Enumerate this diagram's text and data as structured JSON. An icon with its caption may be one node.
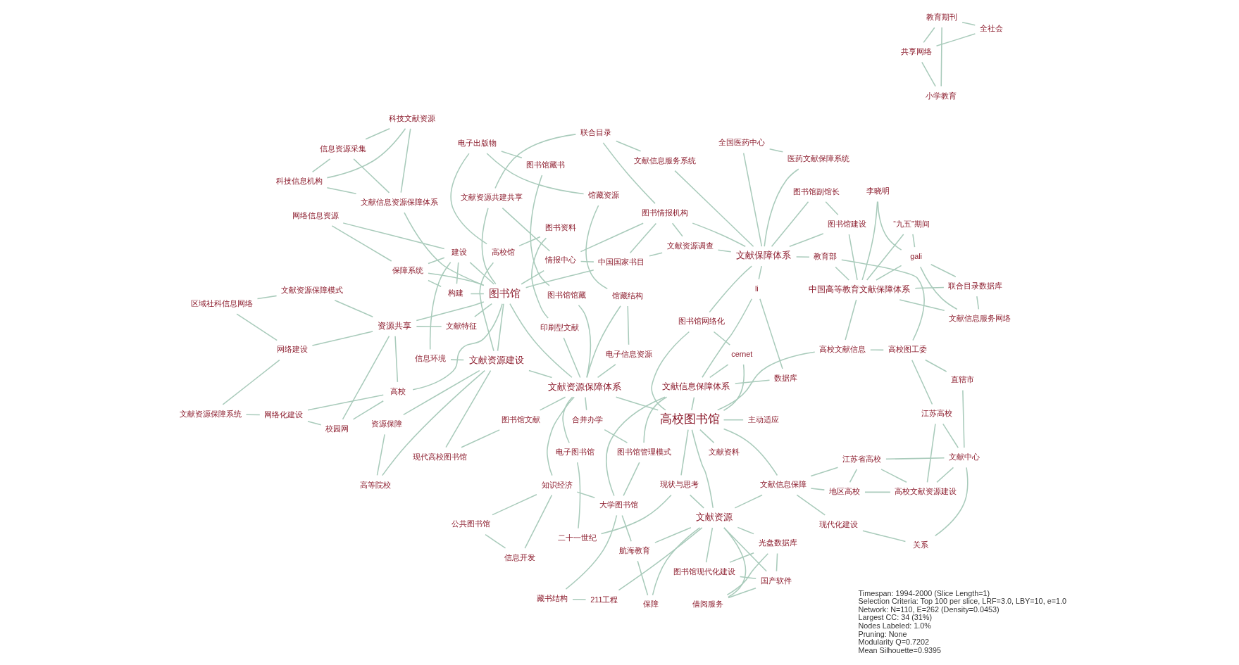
{
  "diagram": {
    "nodes": [
      {
        "text": [
          "公共图书馆"
        ]
      },
      {
        "text": [
          "信息开发"
        ]
      },
      {
        "text": [
          "藏书结构"
        ]
      },
      {
        "text": [
          "211工程"
        ]
      },
      {
        "text": [
          "知识经济"
        ]
      },
      {
        "text": [
          "航海教育"
        ]
      },
      {
        "text": [
          "保障"
        ]
      },
      {
        "text": [
          "大学图书馆"
        ]
      },
      {
        "text": [
          "图书馆管理模式"
        ]
      },
      {
        "text": [
          "文献资源"
        ]
      },
      {
        "text": [
          "借阅服务"
        ]
      },
      {
        "text": [
          "合并办学"
        ]
      },
      {
        "text": [
          "国产软件"
        ]
      },
      {
        "text": [
          "二十一世纪"
        ]
      },
      {
        "text": [
          "光盘数据库"
        ]
      },
      {
        "text": [
          "现状与思考"
        ]
      },
      {
        "text": [
          "现代化建设"
        ]
      },
      {
        "text": [
          "图书馆现代化建设"
        ]
      },
      {
        "text": [
          "电子图书馆"
        ]
      },
      {
        "text": [
          "文献信息保障"
        ]
      },
      {
        "text": [
          "文献信息保障体系"
        ]
      },
      {
        "text": [
          "文献资料"
        ]
      },
      {
        "text": [
          "关系"
        ]
      },
      {
        "text": [
          "高校图书馆"
        ]
      },
      {
        "text": [
          "数据库"
        ]
      },
      {
        "text": [
          "江苏省高校"
        ]
      },
      {
        "text": [
          "主动适应"
        ]
      },
      {
        "text": [
          "地区高校"
        ]
      },
      {
        "text": [
          "cernet"
        ]
      },
      {
        "text": [
          "高校文献资源建设"
        ]
      },
      {
        "text": [
          "高校文献信息"
        ]
      },
      {
        "text": [
          "直辖市"
        ]
      },
      {
        "text": [
          "文献中心"
        ]
      },
      {
        "text": [
          "图书馆网络化"
        ]
      },
      {
        "text": [
          "li"
        ]
      },
      {
        "text": [
          "江苏高校"
        ]
      },
      {
        "text": [
          "高校图工委"
        ]
      },
      {
        "text": [
          "图书馆建设"
        ]
      },
      {
        "text": [
          "中国高等教育文献保障体系"
        ]
      },
      {
        "text": [
          "文献保障体系"
        ]
      },
      {
        "text": [
          "图书馆副馆长"
        ]
      },
      {
        "text": [
          "李晓明"
        ]
      },
      {
        "text": [
          "教育部"
        ]
      },
      {
        "text": [
          "全国医药中心"
        ]
      },
      {
        "text": [
          "“九五”期间"
        ]
      },
      {
        "text": [
          "gali"
        ]
      },
      {
        "text": [
          "联合目录数据库"
        ]
      },
      {
        "text": [
          "共享网络"
        ]
      },
      {
        "text": [
          "全社会"
        ]
      },
      {
        "text": [
          "文献信息服务网络"
        ]
      },
      {
        "text": [
          "小学教育"
        ]
      },
      {
        "text": [
          "教育期刊"
        ]
      },
      {
        "text": [
          "医药文献保障系统"
        ]
      },
      {
        "text": [
          "文献信息服务系统"
        ]
      },
      {
        "text": [
          "文献资源调查"
        ]
      },
      {
        "text": [
          "图书情报机构"
        ]
      },
      {
        "text": [
          "中国国家书目"
        ]
      },
      {
        "text": [
          "联合目录"
        ]
      },
      {
        "text": [
          "情报中心"
        ]
      },
      {
        "text": [
          "文献资源共建共享"
        ]
      },
      {
        "text": [
          "图书馆"
        ]
      },
      {
        "text": [
          "馆藏结构"
        ]
      },
      {
        "text": [
          "馆藏资源"
        ]
      },
      {
        "text": [
          "电子信息资源"
        ]
      },
      {
        "text": [
          "图书馆藏书"
        ]
      },
      {
        "text": [
          "电子出版物"
        ]
      },
      {
        "text": [
          "图书馆馆藏"
        ]
      },
      {
        "text": [
          "高校馆"
        ]
      },
      {
        "text": [
          "文献资源保障体系"
        ]
      },
      {
        "text": [
          "印刷型文献"
        ]
      },
      {
        "text": [
          "图书资料"
        ]
      },
      {
        "text": [
          "图书馆文献"
        ]
      },
      {
        "text": [
          "现代高校图书馆"
        ]
      },
      {
        "text": [
          "文献资源建设"
        ]
      },
      {
        "text": [
          "高等院校"
        ]
      },
      {
        "text": [
          "资源保障"
        ]
      },
      {
        "text": [
          "信息环境"
        ]
      },
      {
        "text": [
          "建设"
        ]
      },
      {
        "text": [
          "构建"
        ]
      },
      {
        "text": [
          "保障系统"
        ]
      },
      {
        "text": [
          "网络信息资源"
        ]
      },
      {
        "text": [
          "文献特征"
        ]
      },
      {
        "text": [
          "校园网"
        ]
      },
      {
        "text": [
          "高校"
        ]
      },
      {
        "text": [
          "网络化建设"
        ]
      },
      {
        "text": [
          "文献资源保障系统"
        ]
      },
      {
        "text": [
          "资源共享"
        ]
      },
      {
        "text": [
          "网络建设"
        ]
      },
      {
        "text": [
          "区域社科信息网络"
        ]
      },
      {
        "text": [
          "文献信息资源保障体系"
        ]
      },
      {
        "text": [
          "文献资源保障模式"
        ]
      },
      {
        "text": [
          "信息资源采集"
        ]
      },
      {
        "text": [
          "科技文献资源"
        ]
      },
      {
        "text": [
          "科技信息机构"
        ]
      }
    ],
    "edges": [
      {
        "from": 0,
        "to": 1,
        "arrow": "none"
      },
      {
        "from": 0,
        "to": 4,
        "arrow": "none"
      },
      {
        "from": 1,
        "to": 4,
        "arrow": "none"
      },
      {
        "from": 4,
        "to": 7,
        "arrow": "none"
      },
      {
        "from": 4,
        "to": 68,
        "arrow": "none"
      },
      {
        "from": 3,
        "to": 2,
        "arrow": "none"
      },
      {
        "from": 3,
        "to": 9,
        "arrow": "none"
      },
      {
        "from": 2,
        "to": 7,
        "arrow": "none"
      },
      {
        "from": 5,
        "to": 6,
        "arrow": "none"
      },
      {
        "from": 5,
        "to": 9,
        "arrow": "none"
      },
      {
        "from": 5,
        "to": 7,
        "arrow": "none"
      },
      {
        "from": 6,
        "to": 9,
        "arrow": "none"
      },
      {
        "from": 7,
        "to": 8,
        "arrow": "none"
      },
      {
        "from": 7,
        "to": 20,
        "arrow": "none"
      },
      {
        "from": 11,
        "to": 8,
        "arrow": "none"
      },
      {
        "from": 8,
        "to": 20,
        "arrow": "none"
      },
      {
        "from": 13,
        "to": 18,
        "arrow": "none"
      },
      {
        "from": 13,
        "to": 15,
        "arrow": "none"
      },
      {
        "from": 11,
        "to": 68,
        "arrow": "none"
      },
      {
        "from": 18,
        "to": 68,
        "arrow": "none"
      },
      {
        "from": 9,
        "to": 10,
        "arrow": "none"
      },
      {
        "from": 9,
        "to": 12,
        "arrow": "none"
      },
      {
        "from": 9,
        "to": 14,
        "arrow": "none"
      },
      {
        "from": 9,
        "to": 17,
        "arrow": "none"
      },
      {
        "from": 9,
        "to": 23,
        "arrow": "none"
      },
      {
        "from": 9,
        "to": 19,
        "arrow": "none"
      },
      {
        "from": 9,
        "to": 15,
        "arrow": "none"
      },
      {
        "from": 10,
        "to": 12,
        "arrow": "none"
      },
      {
        "from": 10,
        "to": 14,
        "arrow": "none"
      },
      {
        "from": 12,
        "to": 17,
        "arrow": "none"
      },
      {
        "from": 12,
        "to": 14,
        "arrow": "none"
      },
      {
        "from": 14,
        "to": 17,
        "arrow": "none"
      },
      {
        "from": 16,
        "to": 22,
        "arrow": "none"
      },
      {
        "from": 16,
        "to": 19,
        "arrow": "none"
      },
      {
        "from": 22,
        "to": 32,
        "arrow": "none"
      },
      {
        "from": 15,
        "to": 23,
        "arrow": "none"
      },
      {
        "from": 23,
        "to": 19,
        "arrow": "none"
      },
      {
        "from": 23,
        "to": 26,
        "arrow": "none"
      },
      {
        "from": 23,
        "to": 20,
        "arrow": "none"
      },
      {
        "from": 23,
        "to": 30,
        "arrow": "none"
      },
      {
        "from": 23,
        "to": 28,
        "arrow": "none"
      },
      {
        "from": 23,
        "to": 33,
        "arrow": "none"
      },
      {
        "from": 23,
        "to": 21,
        "arrow": "none"
      },
      {
        "from": 23,
        "to": 68,
        "arrow": "none"
      },
      {
        "from": 19,
        "to": 25,
        "arrow": "none"
      },
      {
        "from": 19,
        "to": 27,
        "arrow": "none"
      },
      {
        "from": 25,
        "to": 27,
        "arrow": "none"
      },
      {
        "from": 25,
        "to": 29,
        "arrow": "none"
      },
      {
        "from": 25,
        "to": 32,
        "arrow": "none"
      },
      {
        "from": 27,
        "to": 29,
        "arrow": "none"
      },
      {
        "from": 29,
        "to": 32,
        "arrow": "none"
      },
      {
        "from": 29,
        "to": 35,
        "arrow": "none"
      },
      {
        "from": 32,
        "to": 31,
        "arrow": "none"
      },
      {
        "from": 32,
        "to": 35,
        "arrow": "none"
      },
      {
        "from": 31,
        "to": 36,
        "arrow": "none"
      },
      {
        "from": 35,
        "to": 36,
        "arrow": "none"
      },
      {
        "from": 30,
        "to": 36,
        "arrow": "none"
      },
      {
        "from": 30,
        "to": 38,
        "arrow": "none"
      },
      {
        "from": 20,
        "to": 24,
        "arrow": "none"
      },
      {
        "from": 20,
        "to": 28,
        "arrow": "none"
      },
      {
        "from": 20,
        "to": 34,
        "arrow": "none"
      },
      {
        "from": 24,
        "to": 34,
        "arrow": "none"
      },
      {
        "from": 28,
        "to": 33,
        "arrow": "none"
      },
      {
        "from": 33,
        "to": 39,
        "arrow": "none"
      },
      {
        "from": 34,
        "to": 39,
        "arrow": "none"
      },
      {
        "from": 38,
        "to": 41,
        "arrow": "none"
      },
      {
        "from": 38,
        "to": 44,
        "arrow": "none"
      },
      {
        "from": 38,
        "to": 45,
        "arrow": "none"
      },
      {
        "from": 38,
        "to": 46,
        "arrow": "none"
      },
      {
        "from": 38,
        "to": 49,
        "arrow": "none"
      },
      {
        "from": 38,
        "to": 42,
        "arrow": "none"
      },
      {
        "from": 38,
        "to": 37,
        "arrow": "none"
      },
      {
        "from": 41,
        "to": 45,
        "arrow": "none"
      },
      {
        "from": 44,
        "to": 45,
        "arrow": "none"
      },
      {
        "from": 45,
        "to": 46,
        "arrow": "none"
      },
      {
        "from": 45,
        "to": 49,
        "arrow": "none"
      },
      {
        "from": 46,
        "to": 49,
        "arrow": "none"
      },
      {
        "from": 42,
        "to": 36,
        "arrow": "none"
      },
      {
        "from": 42,
        "to": 39,
        "arrow": "none"
      },
      {
        "from": 37,
        "to": 40,
        "arrow": "none"
      },
      {
        "from": 37,
        "to": 39,
        "arrow": "none"
      },
      {
        "from": 40,
        "to": 39,
        "arrow": "none"
      },
      {
        "from": 39,
        "to": 43,
        "arrow": "none"
      },
      {
        "from": 39,
        "to": 52,
        "arrow": "none"
      },
      {
        "from": 39,
        "to": 53,
        "arrow": "none"
      },
      {
        "from": 39,
        "to": 55,
        "arrow": "none"
      },
      {
        "from": 39,
        "to": 54,
        "arrow": "none"
      },
      {
        "from": 43,
        "to": 52,
        "arrow": "none"
      },
      {
        "from": 48,
        "to": 47,
        "arrow": "none"
      },
      {
        "from": 48,
        "to": 51,
        "arrow": "none"
      },
      {
        "from": 47,
        "to": 50,
        "arrow": "none"
      },
      {
        "from": 51,
        "to": 50,
        "arrow": "none"
      },
      {
        "from": 47,
        "to": 51,
        "arrow": "none"
      },
      {
        "from": 54,
        "to": 55,
        "arrow": "none"
      },
      {
        "from": 54,
        "to": 56,
        "arrow": "none"
      },
      {
        "from": 55,
        "to": 57,
        "arrow": "none"
      },
      {
        "from": 55,
        "to": 56,
        "arrow": "none"
      },
      {
        "from": 55,
        "to": 58,
        "arrow": "none"
      },
      {
        "from": 56,
        "to": 58,
        "arrow": "none"
      },
      {
        "from": 57,
        "to": 59,
        "arrow": "none"
      },
      {
        "from": 58,
        "to": 59,
        "arrow": "none"
      },
      {
        "from": 53,
        "to": 57,
        "arrow": "none"
      },
      {
        "from": 60,
        "to": 56,
        "arrow": "none"
      },
      {
        "from": 60,
        "to": 58,
        "arrow": "none"
      },
      {
        "from": 60,
        "to": 59,
        "arrow": "none"
      },
      {
        "from": 60,
        "to": 68,
        "arrow": "none"
      },
      {
        "from": 60,
        "to": 78,
        "arrow": "none"
      },
      {
        "from": 60,
        "to": 77,
        "arrow": "none"
      },
      {
        "from": 60,
        "to": 79,
        "arrow": "none"
      },
      {
        "from": 60,
        "to": 81,
        "arrow": "none"
      },
      {
        "from": 60,
        "to": 83,
        "arrow": "none"
      },
      {
        "from": 60,
        "to": 86,
        "arrow": "none"
      },
      {
        "from": 60,
        "to": 89,
        "arrow": "none"
      },
      {
        "from": 60,
        "to": 73,
        "arrow": "none"
      },
      {
        "from": 68,
        "to": 63,
        "arrow": "none"
      },
      {
        "from": 68,
        "to": 66,
        "arrow": "none"
      },
      {
        "from": 68,
        "to": 69,
        "arrow": "none"
      },
      {
        "from": 68,
        "to": 71,
        "arrow": "none"
      },
      {
        "from": 68,
        "to": 61,
        "arrow": "none"
      },
      {
        "from": 68,
        "to": 73,
        "arrow": "none"
      },
      {
        "from": 63,
        "to": 61,
        "arrow": "none"
      },
      {
        "from": 61,
        "to": 62,
        "arrow": "none"
      },
      {
        "from": 64,
        "to": 65,
        "arrow": "none"
      },
      {
        "from": 66,
        "to": 64,
        "arrow": "none"
      },
      {
        "from": 69,
        "to": 70,
        "arrow": "none"
      },
      {
        "from": 70,
        "to": 67,
        "arrow": "none"
      },
      {
        "from": 72,
        "to": 73,
        "arrow": "none"
      },
      {
        "from": 73,
        "to": 67,
        "arrow": "none"
      },
      {
        "from": 73,
        "to": 74,
        "arrow": "none"
      },
      {
        "from": 73,
        "to": 75,
        "arrow": "none"
      },
      {
        "from": 74,
        "to": 75,
        "arrow": "none"
      },
      {
        "from": 73,
        "to": 76,
        "arrow": "none"
      },
      {
        "from": 76,
        "to": 77,
        "arrow": "none"
      },
      {
        "from": 65,
        "to": 67,
        "arrow": "none"
      },
      {
        "from": 62,
        "to": 65,
        "arrow": "none"
      },
      {
        "from": 71,
        "to": 72,
        "arrow": "none"
      },
      {
        "from": 77,
        "to": 78,
        "arrow": "none"
      },
      {
        "from": 77,
        "to": 79,
        "arrow": "none"
      },
      {
        "from": 77,
        "to": 80,
        "arrow": "none"
      },
      {
        "from": 79,
        "to": 80,
        "arrow": "none"
      },
      {
        "from": 78,
        "to": 79,
        "arrow": "none"
      },
      {
        "from": 86,
        "to": 81,
        "arrow": "none"
      },
      {
        "from": 86,
        "to": 83,
        "arrow": "none"
      },
      {
        "from": 86,
        "to": 87,
        "arrow": "none"
      },
      {
        "from": 86,
        "to": 90,
        "arrow": "none"
      },
      {
        "from": 86,
        "to": 82,
        "arrow": "none"
      },
      {
        "from": 83,
        "to": 82,
        "arrow": "none"
      },
      {
        "from": 83,
        "to": 84,
        "arrow": "none"
      },
      {
        "from": 82,
        "to": 84,
        "arrow": "none"
      },
      {
        "from": 84,
        "to": 85,
        "arrow": "none"
      },
      {
        "from": 87,
        "to": 85,
        "arrow": "none"
      },
      {
        "from": 87,
        "to": 88,
        "arrow": "none"
      },
      {
        "from": 88,
        "to": 90,
        "arrow": "none"
      },
      {
        "from": 89,
        "to": 92,
        "arrow": "none"
      },
      {
        "from": 89,
        "to": 93,
        "arrow": "none"
      },
      {
        "from": 92,
        "to": 91,
        "arrow": "none"
      },
      {
        "from": 92,
        "to": 93,
        "arrow": "none"
      },
      {
        "from": 91,
        "to": 93,
        "arrow": "none"
      },
      {
        "from": 89,
        "to": 91,
        "arrow": "none"
      }
    ],
    "labels": [
      "Timespan: 1994-2000 (Slice Length=1)",
      "Selection Criteria: Top 100 per slice, LRF=3.0, LBY=10, e=1.0",
      "Network: N=110, E=262 (Density=0.0453)",
      "Largest CC: 34 (31%)",
      "Nodes Labeled: 1.0%",
      "Pruning: None",
      "Modularity Q=0.7202",
      "Mean Silhouette=0.9395"
    ]
  }
}
